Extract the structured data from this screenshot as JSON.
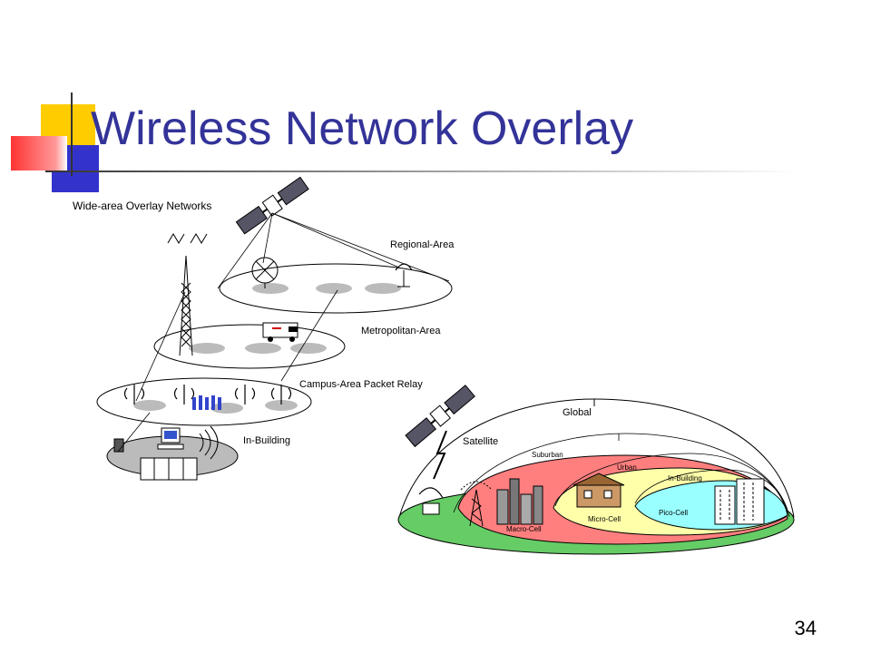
{
  "slide": {
    "title": "Wireless Network Overlay",
    "page_number": "34"
  },
  "overlay_diagram": {
    "heading": "Wide-area Overlay Networks",
    "labels": {
      "regional": "Regional-Area",
      "metropolitan": "Metropolitan-Area",
      "campus": "Campus-Area Packet Relay",
      "in_building": "In-Building"
    }
  },
  "cell_diagram": {
    "labels": {
      "global": "Global",
      "satellite": "Satellite",
      "suburban": "Suburban",
      "urban": "Urban",
      "in_building": "In-Building",
      "macro_cell": "Macro-Cell",
      "micro_cell": "Micro-Cell",
      "pico_cell": "Pico-Cell"
    },
    "colors": {
      "global_ring": "#66cc66",
      "macro_ring": "#ff7f7f",
      "micro_ring": "#ffffaa",
      "pico_ring": "#99ffff"
    }
  },
  "accent_colors": {
    "title": "#333399",
    "deco_yellow": "#ffcc00",
    "deco_red": "#ff3333",
    "deco_blue": "#3333cc"
  }
}
